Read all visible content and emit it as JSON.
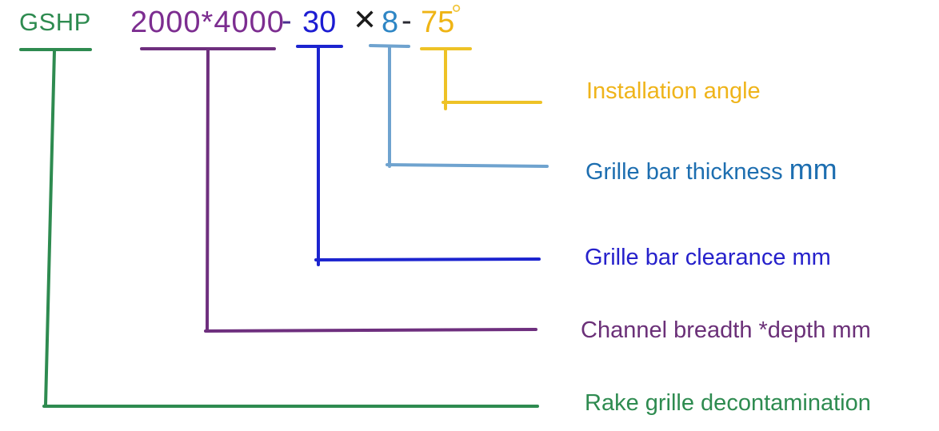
{
  "code": {
    "series": "GSHP",
    "size": "2000*4000",
    "dash1": "-",
    "clearance": "30",
    "times": "✕",
    "thickness": "8",
    "dash2": "-",
    "angle": "75",
    "degree": "°"
  },
  "labels": {
    "installation_angle": "Installation angle",
    "bar_thickness": "Grille bar thickness",
    "bar_thickness_unit": "mm",
    "bar_clearance": "Grille bar clearance mm",
    "channel_breadth": "Channel breadth *depth mm",
    "rake_grille": "Rake grille decontamination"
  },
  "colors": {
    "green": "#2e8b50",
    "purple": "#6e2f7e",
    "blue": "#1c24cf",
    "light_blue": "#6fa3cf",
    "gold": "#eec226"
  }
}
